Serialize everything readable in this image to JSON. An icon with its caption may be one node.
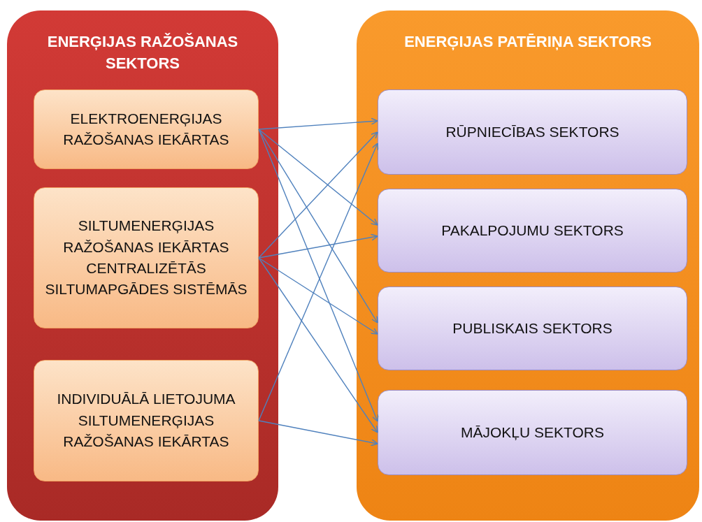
{
  "diagram": {
    "nodes": [
      {
        "text": [
          "ENERĢIJAS RAŽOŠANAS SEKTORS"
        ]
      },
      {
        "text": [
          "ELEKTROENERĢIJAS RAŽOŠANAS IEKĀRTAS"
        ],
        "in": 0
      },
      {
        "text": [
          "SILTUMENERĢIJAS RAŽOŠANAS IEKĀRTAS CENTRALIZĒTĀS SILTUMAPGĀDES SISTĒMĀS"
        ],
        "in": 0
      },
      {
        "text": [
          "INDIVIDUĀLĀ LIETOJUMA SILTUMENERĢIJAS RAŽOŠANAS IEKĀRTAS"
        ],
        "in": 0
      },
      {
        "text": [
          "ENERĢIJAS PATĒRIŅA SEKTORS"
        ]
      },
      {
        "text": [
          "RŪPNIECĪBAS SEKTORS"
        ],
        "in": 4
      },
      {
        "text": [
          "PAKALPOJUMU SEKTORS"
        ],
        "in": 4
      },
      {
        "text": [
          "PUBLISKAIS SEKTORS"
        ],
        "in": 4
      },
      {
        "text": [
          "MĀJOKĻU SEKTORS"
        ],
        "in": 4
      }
    ],
    "edges": [
      {
        "from": 1,
        "to": 5,
        "arrow": "to"
      },
      {
        "from": 1,
        "to": 6,
        "arrow": "to"
      },
      {
        "from": 1,
        "to": 7,
        "arrow": "to"
      },
      {
        "from": 1,
        "to": 8,
        "arrow": "to"
      },
      {
        "from": 2,
        "to": 5,
        "arrow": "to"
      },
      {
        "from": 2,
        "to": 6,
        "arrow": "to"
      },
      {
        "from": 2,
        "to": 7,
        "arrow": "to"
      },
      {
        "from": 2,
        "to": 8,
        "arrow": "to"
      },
      {
        "from": 3,
        "to": 5,
        "arrow": "to"
      },
      {
        "from": 3,
        "to": 8,
        "arrow": "to"
      }
    ]
  }
}
